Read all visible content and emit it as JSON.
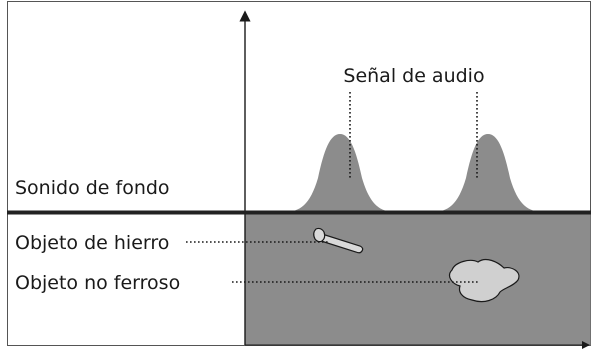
{
  "labels": {
    "audio_signal": "Señal de audio",
    "background_sound": "Sonido de fondo",
    "iron_object": "Objeto de hierro",
    "nonferrous_object": "Objeto no ferroso"
  },
  "colors": {
    "ground_fill": "#8c8c8c",
    "peak_fill": "#8c8c8c",
    "ground_line": "#222222",
    "frame": "#555555",
    "axis": "#1a1a1a",
    "dotted_leader": "#1a1a1a",
    "nail_fill": "#d9d9d9",
    "blob_fill": "#d0d0d0"
  }
}
